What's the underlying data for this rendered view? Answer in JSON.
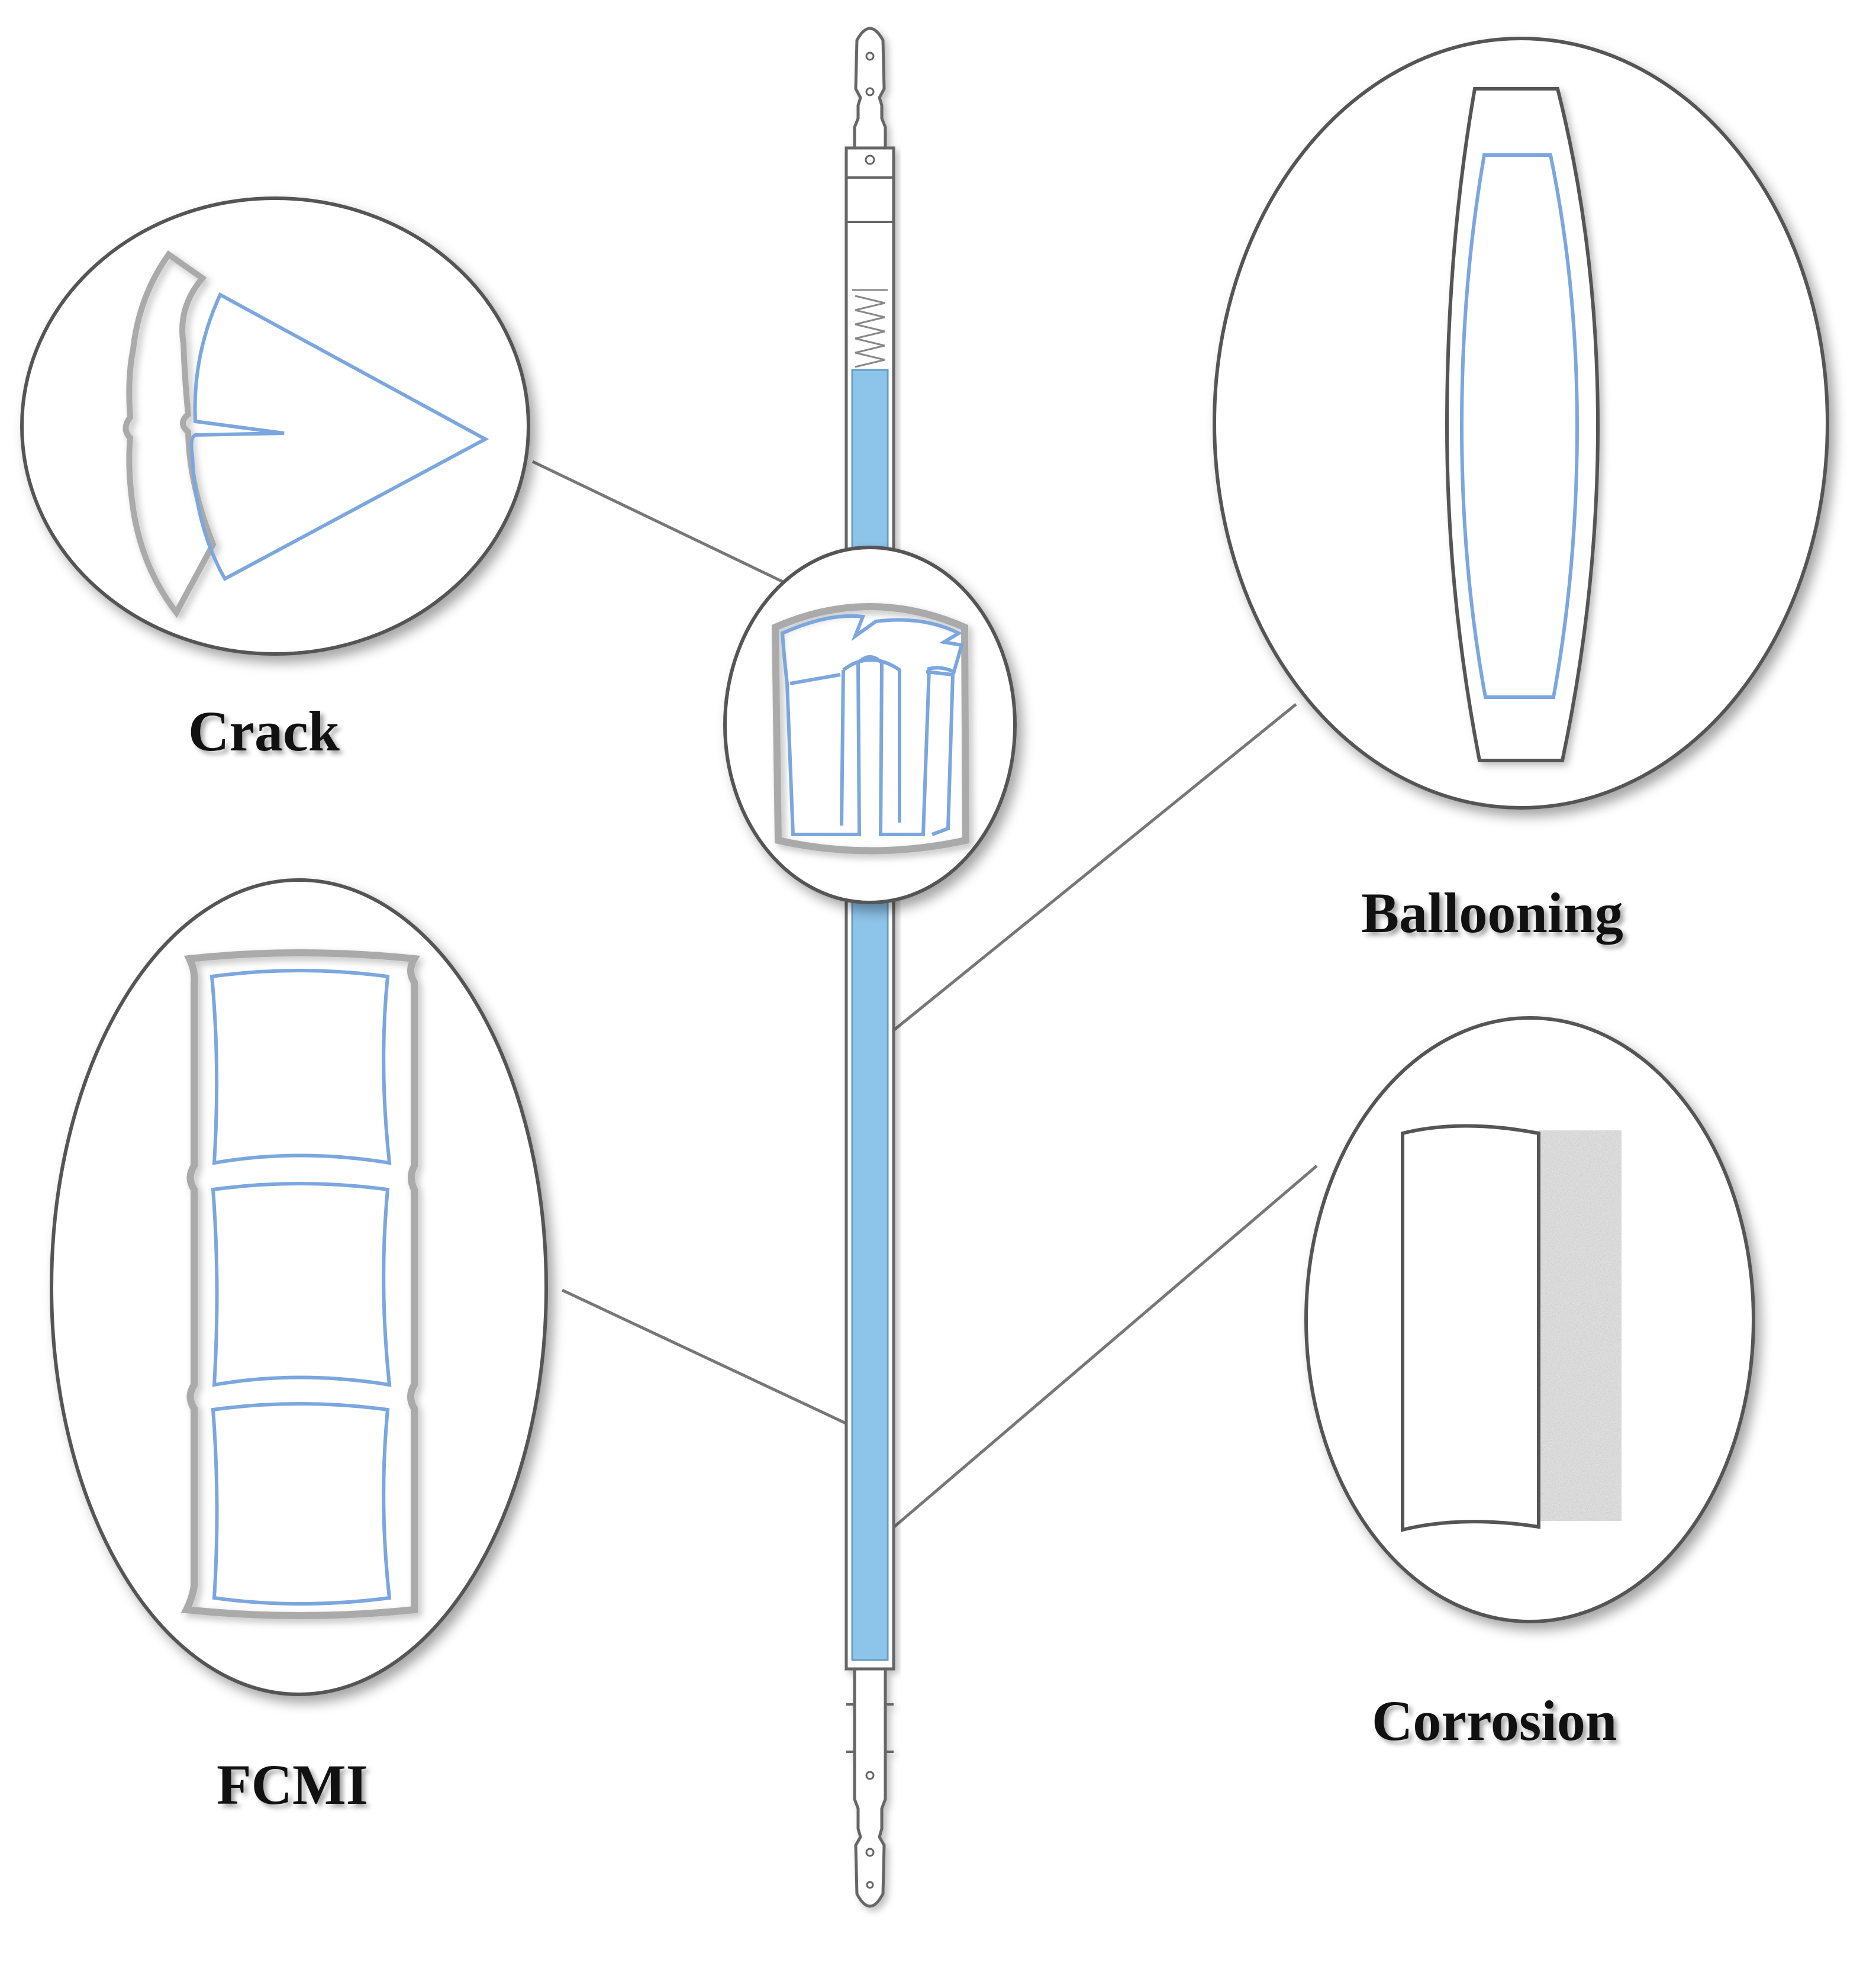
{
  "labels": {
    "crack": "Crack",
    "ballooning": "Ballooning",
    "fcmi": "FCMI",
    "corrosion": "Corrosion"
  },
  "colors": {
    "fuel": "#8cc4ea",
    "outline": "#555555",
    "cladding": "#aaaaaa",
    "pellet": "#7ba6de",
    "leader": "#777777"
  }
}
